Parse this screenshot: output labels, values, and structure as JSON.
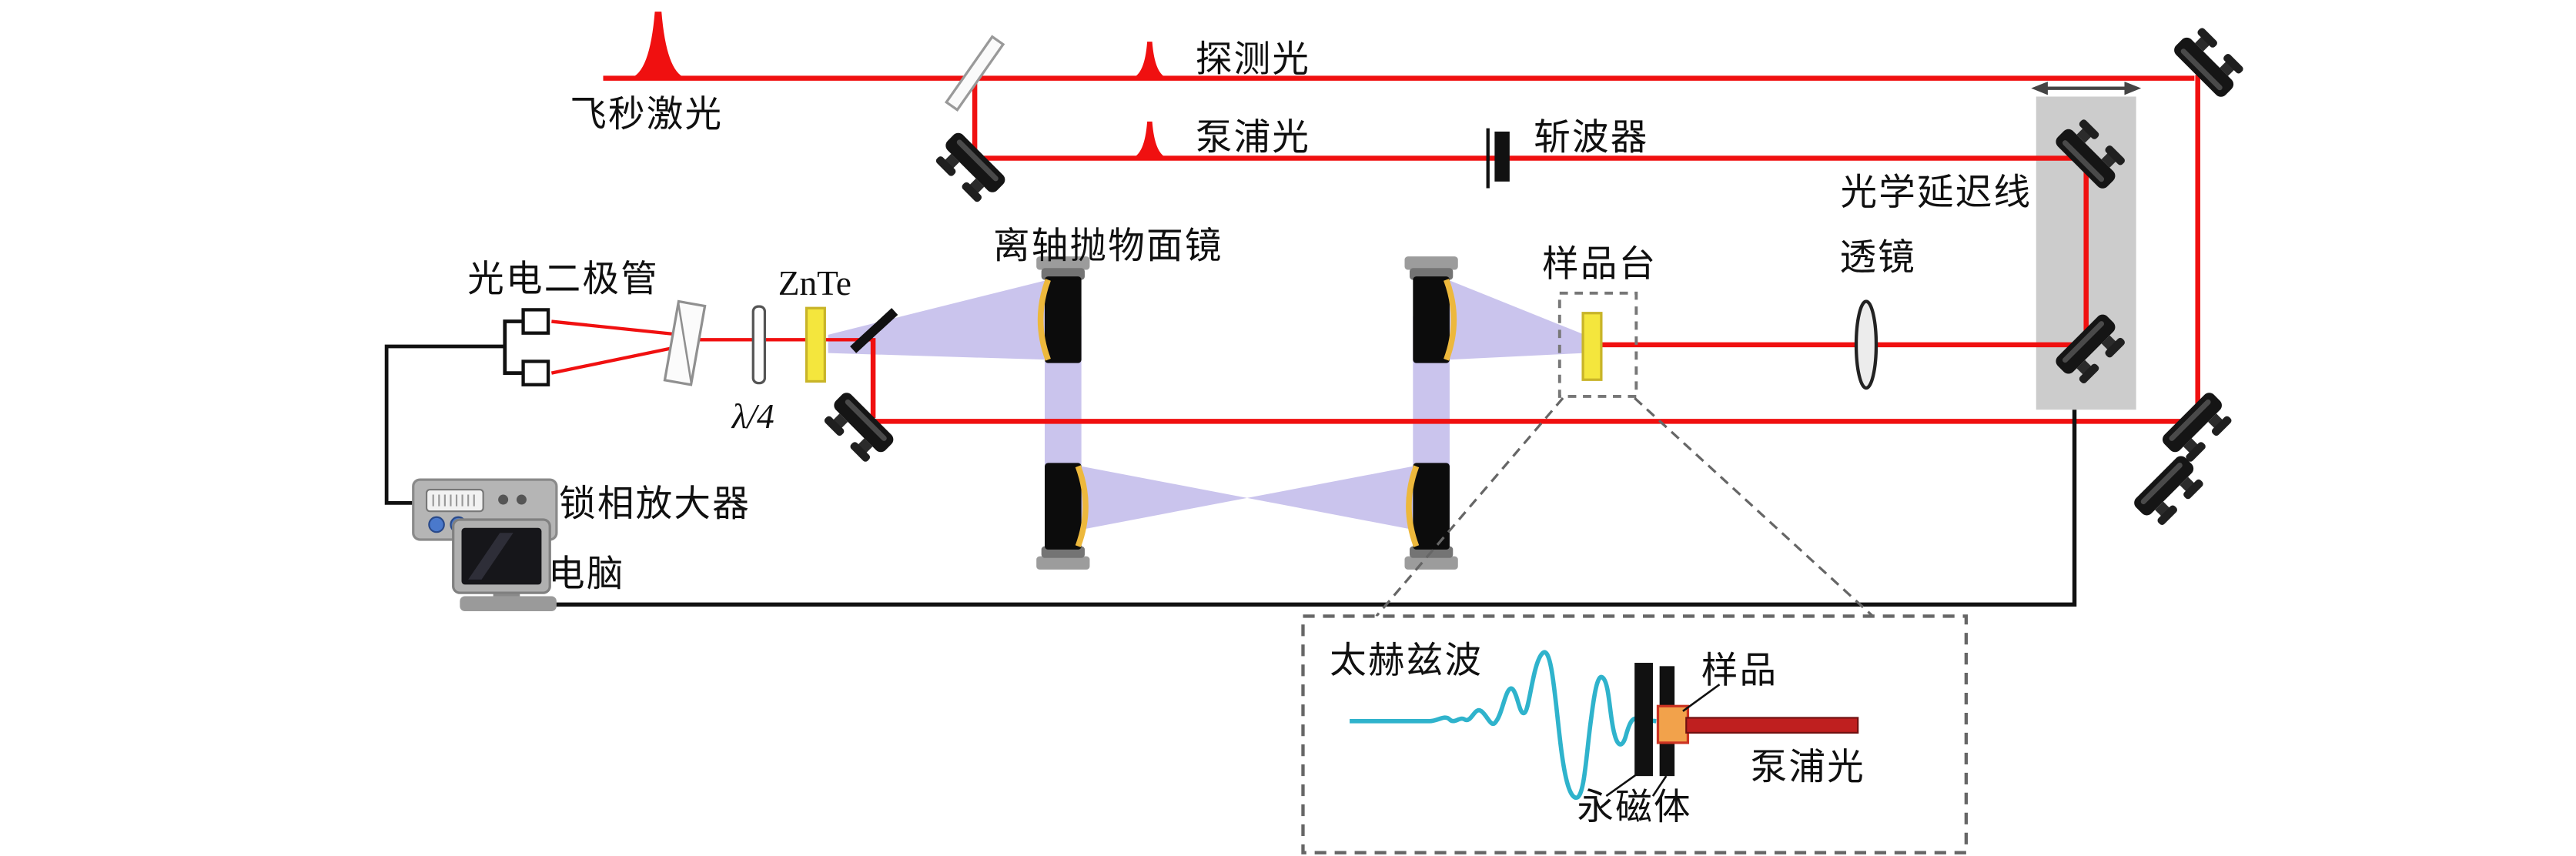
{
  "diagram": {
    "labels": {
      "femtosecond_laser": "飞秒激光",
      "probe_beam": "探测光",
      "pump_beam": "泵浦光",
      "chopper": "斩波器",
      "optical_delay_line": "光学延迟线",
      "photodiode": "光电二极管",
      "znte_crystal": "ZnTe",
      "quarter_wave_plate": "λ/4",
      "off_axis_parabolic_mirror": "离轴抛物面镜",
      "sample_stage": "样品台",
      "lens": "透镜",
      "lock_in_amplifier": "锁相放大器",
      "computer": "电脑"
    },
    "inset": {
      "terahertz_wave": "太赫兹波",
      "sample": "样品",
      "permanent_magnet": "永磁体",
      "pump_beam": "泵浦光"
    },
    "colors": {
      "laser_beam": "#f01010",
      "thz_beam": "#cac4ed",
      "crystal_yellow": "#f4e63d",
      "delay_stage_gray": "#cccccc",
      "waveform_teal": "#2fb3cc",
      "inset_sample_orange": "#f2a24b",
      "inset_pump_bar": "#bf1f1f",
      "mirror_gold": "#edb83c",
      "wire_black": "#111111"
    }
  }
}
